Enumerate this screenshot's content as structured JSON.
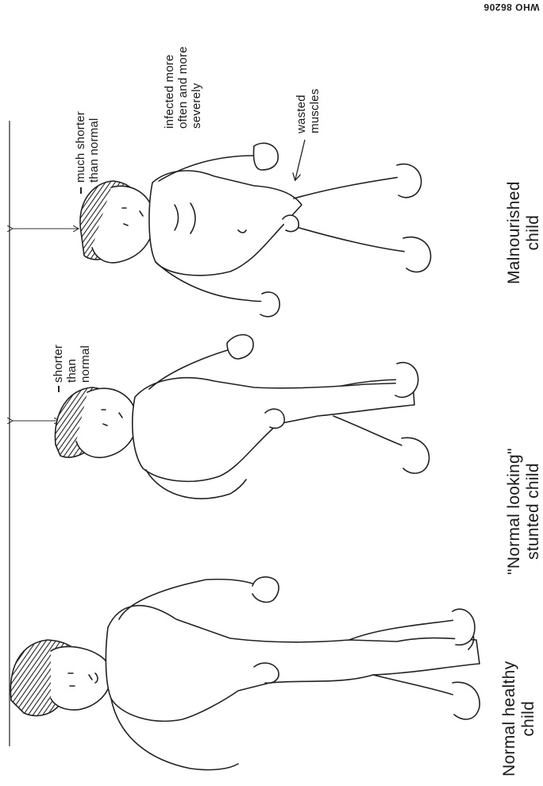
{
  "reference": "WHO 86206",
  "captions": {
    "healthy": [
      "Normal healthy",
      "child"
    ],
    "stunted": [
      "\"Normal looking\"",
      "stunted child"
    ],
    "malnourished": [
      "Malnourished",
      "child"
    ]
  },
  "annotations": {
    "shorter": [
      "shorter",
      "than",
      "normal"
    ],
    "much_shorter": [
      "much shorter",
      "than normal"
    ],
    "infected": [
      "infected more",
      "often and more",
      "severely"
    ],
    "wasted": [
      "wasted",
      "muscles"
    ]
  },
  "colors": {
    "ink": "#1a1a1a",
    "background": "#ffffff"
  }
}
